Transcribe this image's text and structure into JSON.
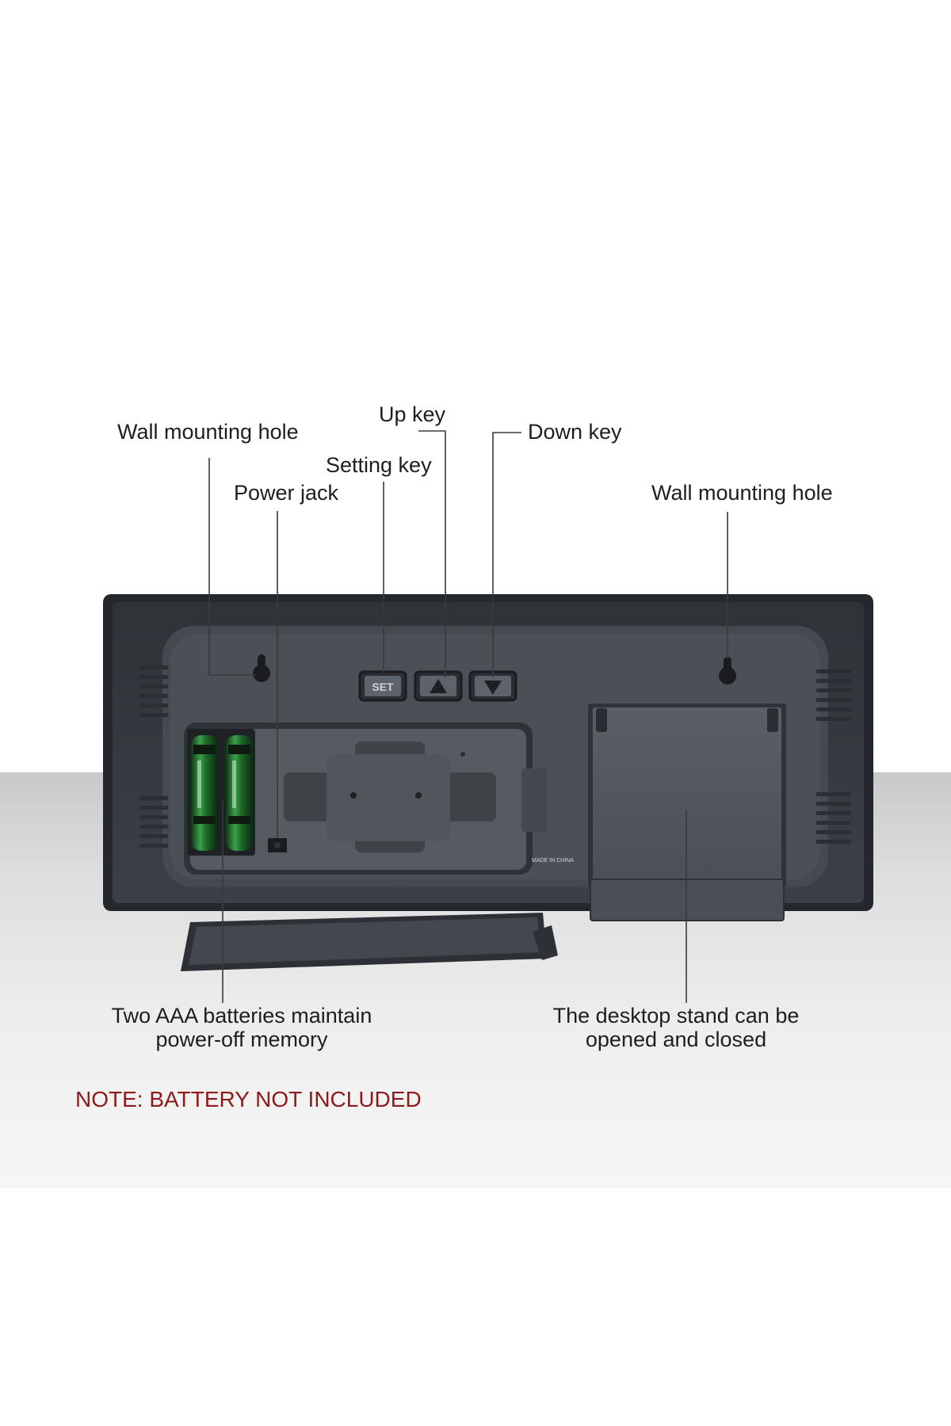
{
  "labels": {
    "wall_hole_left": "Wall mounting hole",
    "up_key": "Up key",
    "down_key": "Down key",
    "setting_key": "Setting key",
    "power_jack": "Power jack",
    "wall_hole_right": "Wall mounting hole",
    "batteries_line1": "Two AAA batteries maintain",
    "batteries_line2": "power-off memory",
    "stand_line1": "The desktop stand can be",
    "stand_line2": "opened and closed"
  },
  "note": "NOTE: BATTERY NOT INCLUDED",
  "device": {
    "set_button": "SET",
    "made_in": "MADE IN CHINA"
  },
  "colors": {
    "device_body": "#3a3f45",
    "annotation_text": "#1e1e1e",
    "note_text": "#8d1b1b",
    "battery_green": "#2e8b3a"
  }
}
